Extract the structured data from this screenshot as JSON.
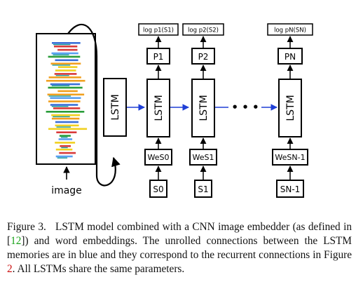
{
  "diagram": {
    "image_label": "image",
    "first_lstm_label": "LSTM",
    "steps": [
      {
        "lstm": "LSTM",
        "p": "P1",
        "log": "log p1(S1)",
        "we": "WeS0",
        "s": "S0"
      },
      {
        "lstm": "LSTM",
        "p": "P2",
        "log": "log p2(S2)",
        "we": "WeS1",
        "s": "S1"
      },
      {
        "lstm": "LSTM",
        "p": "PN",
        "log": "log pN(SN)",
        "we": "WeSN-1",
        "s": "SN-1"
      }
    ],
    "ellipsis": "• • •",
    "colors": {
      "recurrent_arrow": "#1f3fd6",
      "box_border": "#000000"
    }
  },
  "caption": {
    "figure_label": "Figure 3.",
    "text_1": "LSTM model combined with a CNN image embedder (as defined in [",
    "citation": "12",
    "text_2": "]) and word embeddings. The unrolled connections between the LSTM memories are in blue and they correspond to the recurrent connections in Figure ",
    "figure_ref": "2",
    "text_3": ". All LSTMs share the same parameters."
  }
}
